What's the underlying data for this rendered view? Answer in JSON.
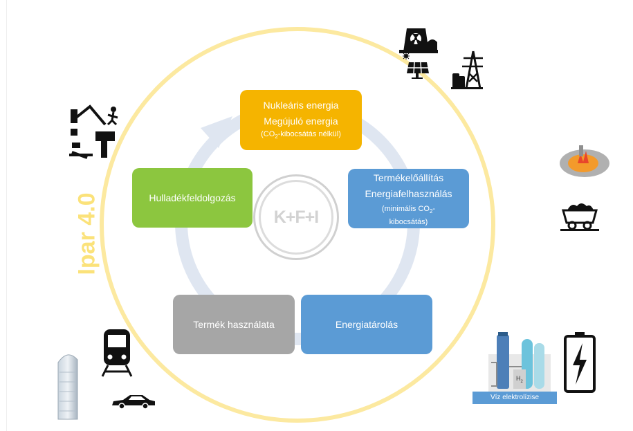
{
  "diagram": {
    "center_label": "K+F+I",
    "side_label": "Ipar 4.0",
    "boxes": {
      "nuclear": {
        "line1": "Nukleáris energia",
        "line2": "Megújuló energia",
        "note_prefix": "(CO",
        "note_sub": "2",
        "note_suffix": "-kibocsátás nélkül)",
        "color": "#f5b400"
      },
      "production": {
        "line1": "Termékelőállítás",
        "line2": "Energiafelhasználás",
        "note_prefix": "(minimális CO",
        "note_sub": "2",
        "note_suffix": "-",
        "note_line2": "kibocsátás)",
        "color": "#5b9bd5"
      },
      "storage": {
        "label": "Energiatárolás",
        "color": "#5b9bd5"
      },
      "usage": {
        "label": "Termék használata",
        "color": "#a6a6a6"
      },
      "waste": {
        "label": "Hulladékfeldolgozás",
        "color": "#8cc63f"
      }
    },
    "icons": {
      "nuclear_plant": "nuclear-plant-icon",
      "solar_panel": "solar-panel-icon",
      "power_pylon": "power-pylon-icon",
      "crane": "demolition-crane-icon",
      "blast_furnace": "blast-furnace-icon",
      "coal_cart": "coal-cart-icon",
      "train": "train-icon",
      "skyscraper": "skyscraper-icon",
      "car": "car-icon",
      "electrolyzer": "electrolyzer-icon",
      "electrolyzer_label": "Víz elektrolízise",
      "electrolyzer_h2_prefix": "H",
      "electrolyzer_h2_sub": "2",
      "battery": "battery-icon"
    },
    "colors": {
      "outer_ring": "#fce9a0",
      "cycle_ring": "#dfe6f1",
      "ipar_text": "#fbe27a"
    }
  }
}
